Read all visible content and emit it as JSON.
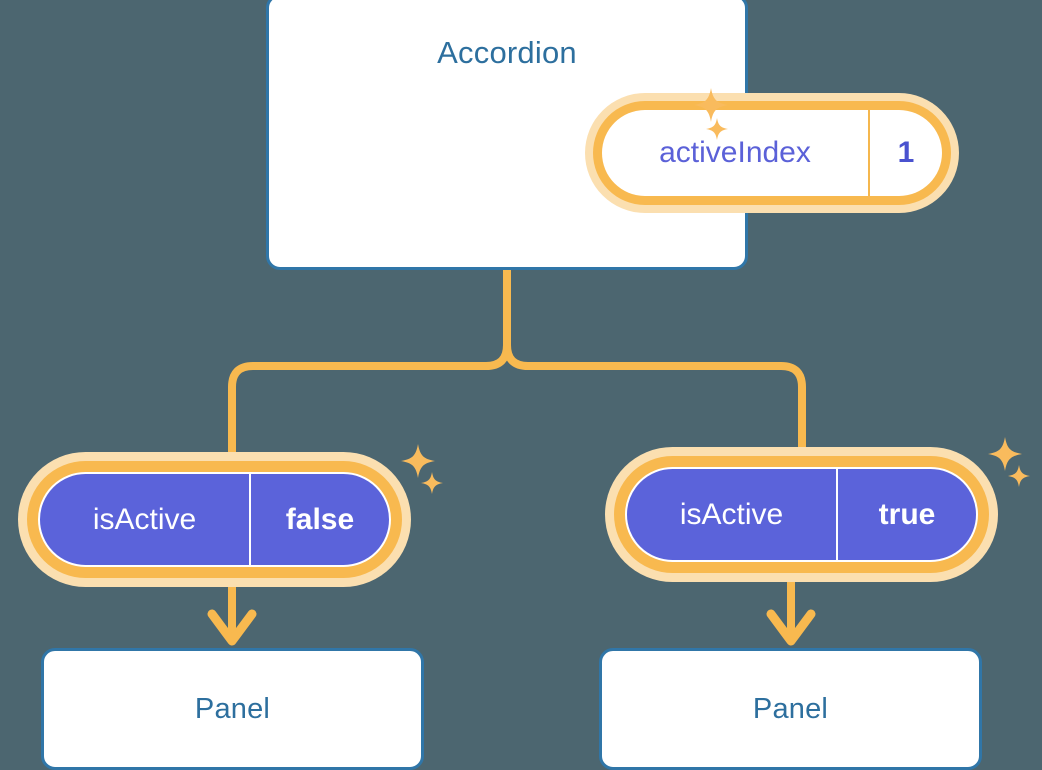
{
  "theme": {
    "background": "#4c6670",
    "card_border": "#3076a8",
    "card_bg": "#ffffff",
    "title_text": "#2d6f9e",
    "gold": "#f8b94f",
    "gold_halo": "#fbdfb0",
    "purple_fill": "#5b63da",
    "purple_text": "#5b61d8",
    "white": "#ffffff"
  },
  "diagram": {
    "root": {
      "title": "Accordion",
      "state_pill": {
        "key": "activeIndex",
        "value": "1",
        "style": "outline"
      }
    },
    "branches": [
      {
        "id": "left",
        "state_pill": {
          "key": "isActive",
          "value": "false",
          "style": "filled"
        },
        "child": {
          "title": "Panel"
        }
      },
      {
        "id": "right",
        "state_pill": {
          "key": "isActive",
          "value": "true",
          "style": "filled"
        },
        "child": {
          "title": "Panel"
        }
      }
    ]
  },
  "icons": {
    "sparkle_large": "sparkle-large-icon",
    "sparkle_small": "sparkle-small-icon",
    "arrow_down": "arrow-down-icon",
    "branch_connector": "branch-connector-icon"
  }
}
